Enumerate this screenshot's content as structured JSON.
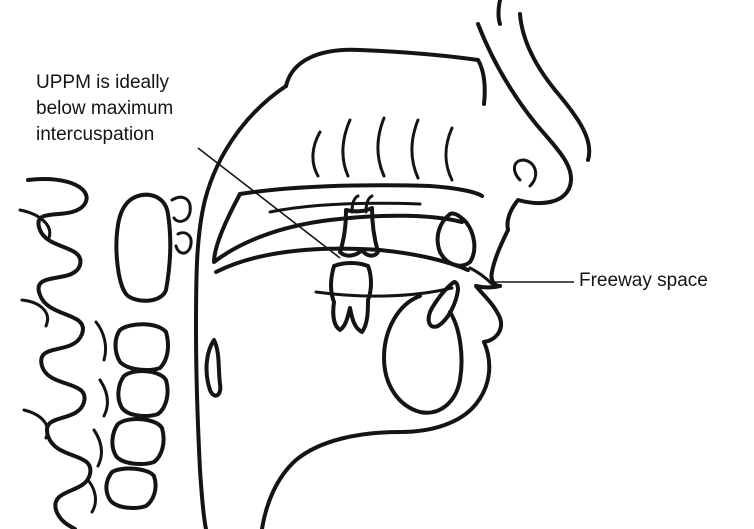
{
  "labels": {
    "uppm": [
      "UPPM is ideally",
      "below maximum",
      "intercuspation"
    ],
    "freeway": "Freeway space"
  },
  "colors": {
    "ink": "#141414",
    "background": "#ffffff"
  }
}
